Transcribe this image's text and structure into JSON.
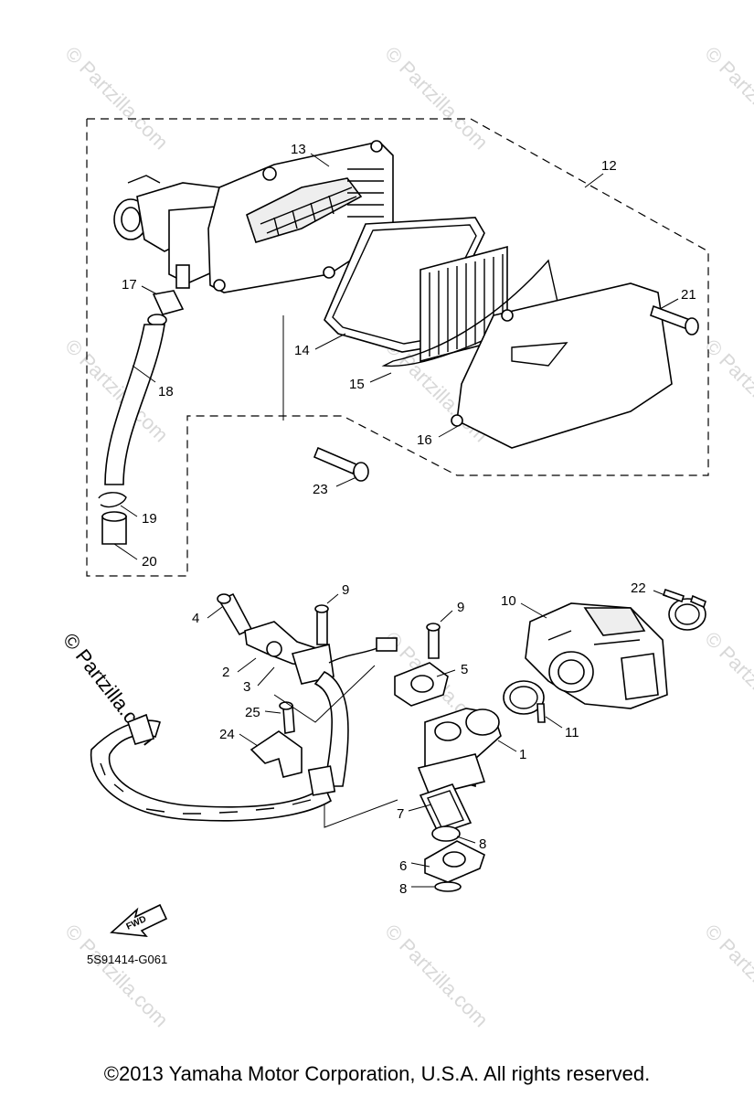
{
  "diagram": {
    "part_numbers": {
      "p1": "1",
      "p2": "2",
      "p3": "3",
      "p4": "4",
      "p5": "5",
      "p6": "6",
      "p7": "7",
      "p8a": "8",
      "p8b": "8",
      "p9a": "9",
      "p9b": "9",
      "p10": "10",
      "p11": "11",
      "p12": "12",
      "p13": "13",
      "p14": "14",
      "p15": "15",
      "p16": "16",
      "p17": "17",
      "p18": "18",
      "p19": "19",
      "p20": "20",
      "p21": "21",
      "p22": "22",
      "p23": "23",
      "p24": "24",
      "p25": "25"
    },
    "fwd_label": "FWD",
    "diagram_code": "5S91414-G061",
    "watermark_text": "© Partzilla.com",
    "watermark_prominent": "© Partzilla.com"
  },
  "footer": {
    "copyright": "©2013  Yamaha Motor Corporation, U.S.A. All rights reserved."
  }
}
